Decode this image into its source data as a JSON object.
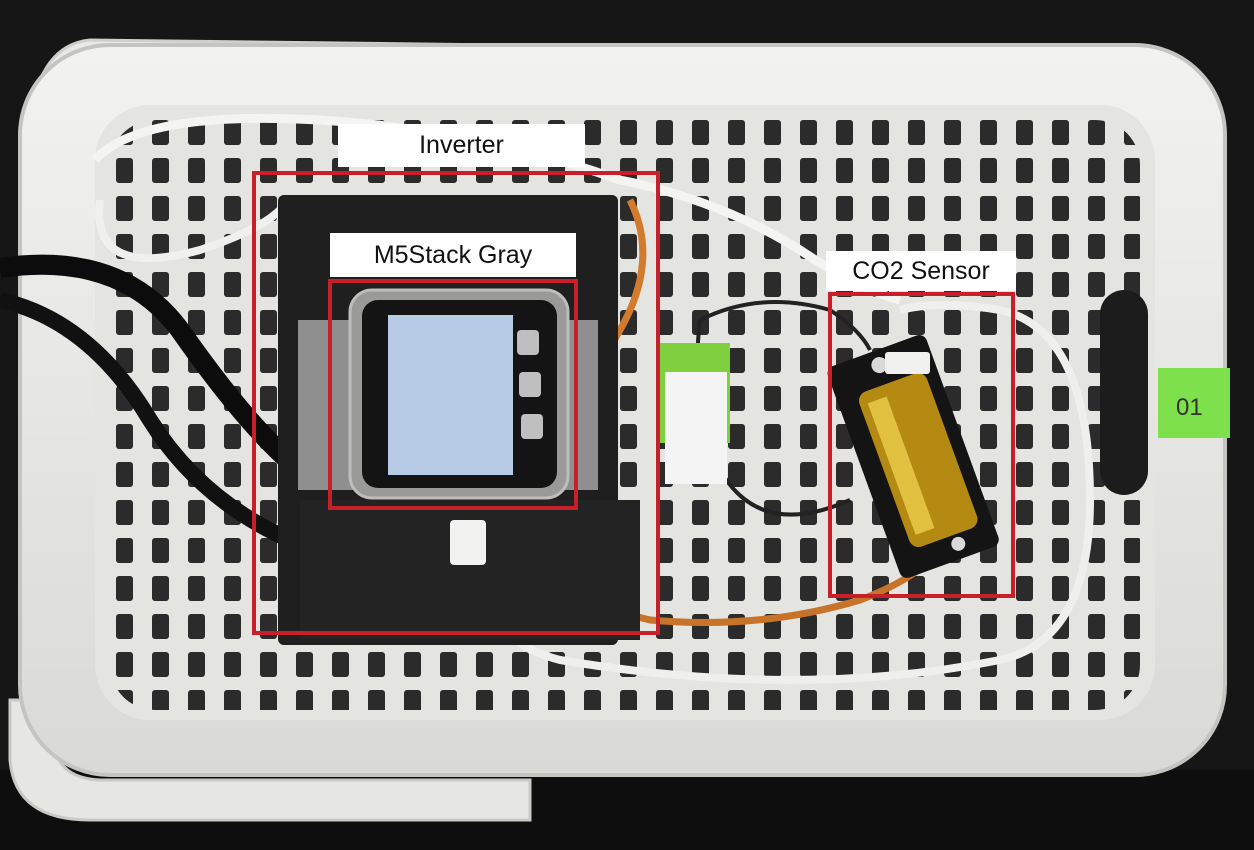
{
  "annotations": [
    {
      "id": "inverter",
      "label": "Inverter"
    },
    {
      "id": "m5stack",
      "label": "M5Stack Gray"
    },
    {
      "id": "co2",
      "label": "CO2 Sensor"
    }
  ],
  "box_color": "#c8202a",
  "tag_text": "01"
}
